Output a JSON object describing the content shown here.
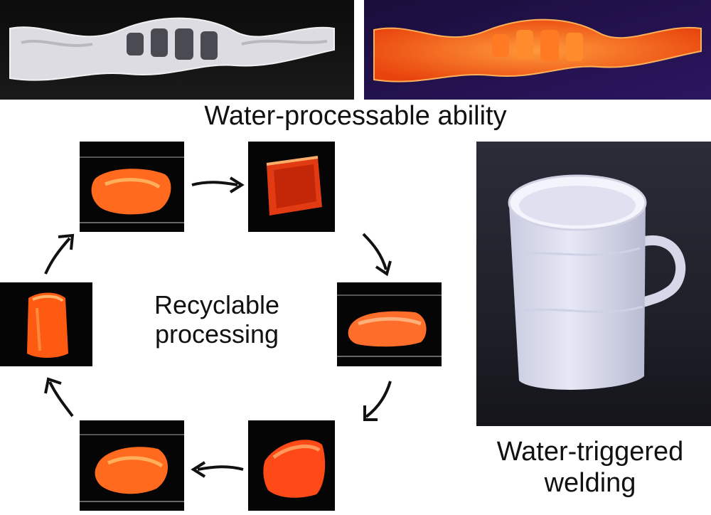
{
  "captions": {
    "water_processable": "Water-processable ability",
    "recyclable_line1": "Recyclable",
    "recyclable_line2": "processing",
    "welding_line1": "Water-triggered",
    "welding_line2": "welding"
  },
  "colors": {
    "panel_background": "#050505",
    "glow_orange": "#ff5a1a",
    "glow_red": "#e23000",
    "white_object": "#e9e9ef",
    "arrow": "#111111"
  }
}
